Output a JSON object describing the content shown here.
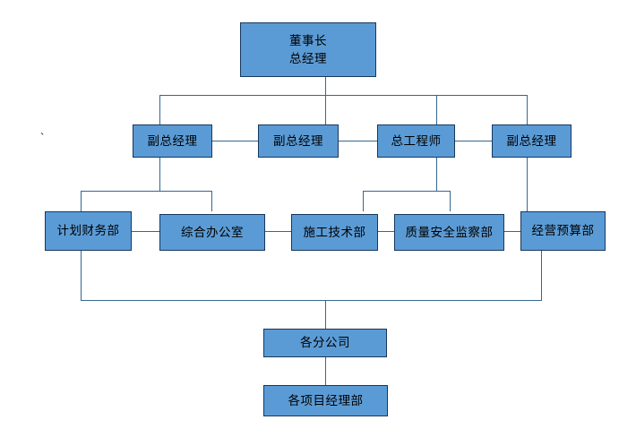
{
  "diagram": {
    "title": "Company Organizational Structure Chart",
    "colors": {
      "node_fill": "#5B9BD5",
      "node_border": "#17375E",
      "connector": "#35678F",
      "background": "#ffffff",
      "text": "#000000"
    },
    "stray_mark": "`",
    "nodes": {
      "chairman": {
        "line1": "董事长",
        "line2": "总经理"
      },
      "deputy_gm_1": {
        "label": "副总经理"
      },
      "deputy_gm_2": {
        "label": "副总经理"
      },
      "chief_engineer": {
        "label": "总工程师"
      },
      "deputy_gm_3": {
        "label": "副总经理"
      },
      "finance_dept": {
        "label": "计划财务部"
      },
      "general_office": {
        "label": "综合办公室"
      },
      "construction_tech_dept": {
        "label": "施工技术部"
      },
      "quality_safety_dept": {
        "label": "质量安全监察部"
      },
      "budget_dept": {
        "label": "经营预算部"
      },
      "branch_companies": {
        "label": "各分公司"
      },
      "project_depts": {
        "label": "各项目经理部"
      }
    }
  }
}
